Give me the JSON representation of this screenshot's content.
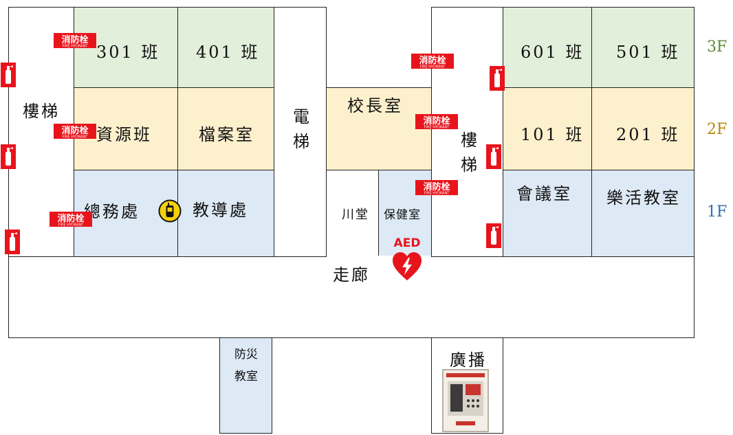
{
  "floors": {
    "f3": "3F",
    "f2": "2F",
    "f1": "1F"
  },
  "colors": {
    "f3": "#5a8a3a",
    "f2": "#b8860b",
    "f1": "#2f6ea8",
    "green": "#e2efda",
    "yellow": "#fdf0cd",
    "blue": "#dde9f5",
    "red": "#e8141c"
  },
  "rooms": {
    "r301": "301 班",
    "r401": "401 班",
    "r601": "601 班",
    "r501": "501 班",
    "resource": "資源班",
    "archive": "檔案室",
    "principal": "校長室",
    "r101": "101 班",
    "r201": "201 班",
    "general_affairs": "總務處",
    "guidance": "教導處",
    "chuantang": "川堂",
    "health": "保健室",
    "meeting": "會議室",
    "music": "樂活教室",
    "disaster": "防災教室",
    "broadcast": "廣播"
  },
  "labels": {
    "stairs_left": "樓梯",
    "stairs_right": "樓梯",
    "elevator": "電梯",
    "corridor": "走廊",
    "aed": "AED",
    "hydrant_cn": "消防栓",
    "hydrant_en": "FIRE HYDRANT"
  },
  "icons": {
    "hydrant": "fire-hydrant-icon",
    "extinguisher": "fire-extinguisher-icon",
    "aed": "aed-heart-icon",
    "radio": "walkie-talkie-icon",
    "panel": "broadcast-panel-icon"
  }
}
